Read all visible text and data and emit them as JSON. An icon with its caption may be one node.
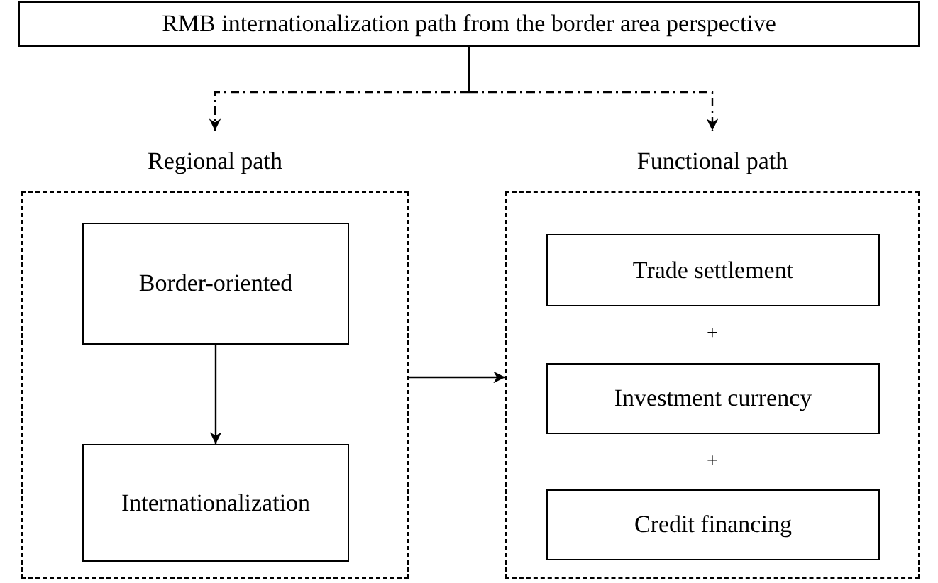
{
  "diagram": {
    "nodes": [
      {
        "text": [
          "RMB internationalization path from the border area perspective"
        ]
      },
      {
        "text": [
          "Regional path"
        ]
      },
      {
        "text": [
          "Border-oriented"
        ],
        "in": 1
      },
      {
        "text": [
          "Internationalization"
        ],
        "in": 1
      },
      {
        "text": [
          "Functional path"
        ]
      },
      {
        "text": [
          "Trade settlement"
        ],
        "in": 4
      },
      {
        "text": [
          "Investment currency"
        ],
        "in": 4
      },
      {
        "text": [
          "Credit financing"
        ],
        "in": 4
      }
    ],
    "edges": [
      {
        "from": 0,
        "to": 1,
        "arrow": "to",
        "style": "dashed"
      },
      {
        "from": 0,
        "to": 4,
        "arrow": "to",
        "style": "dashed"
      },
      {
        "from": 2,
        "to": 3,
        "arrow": "to"
      },
      {
        "from": 1,
        "to": 4,
        "arrow": "to"
      }
    ],
    "labels": [
      "+",
      "+"
    ]
  }
}
